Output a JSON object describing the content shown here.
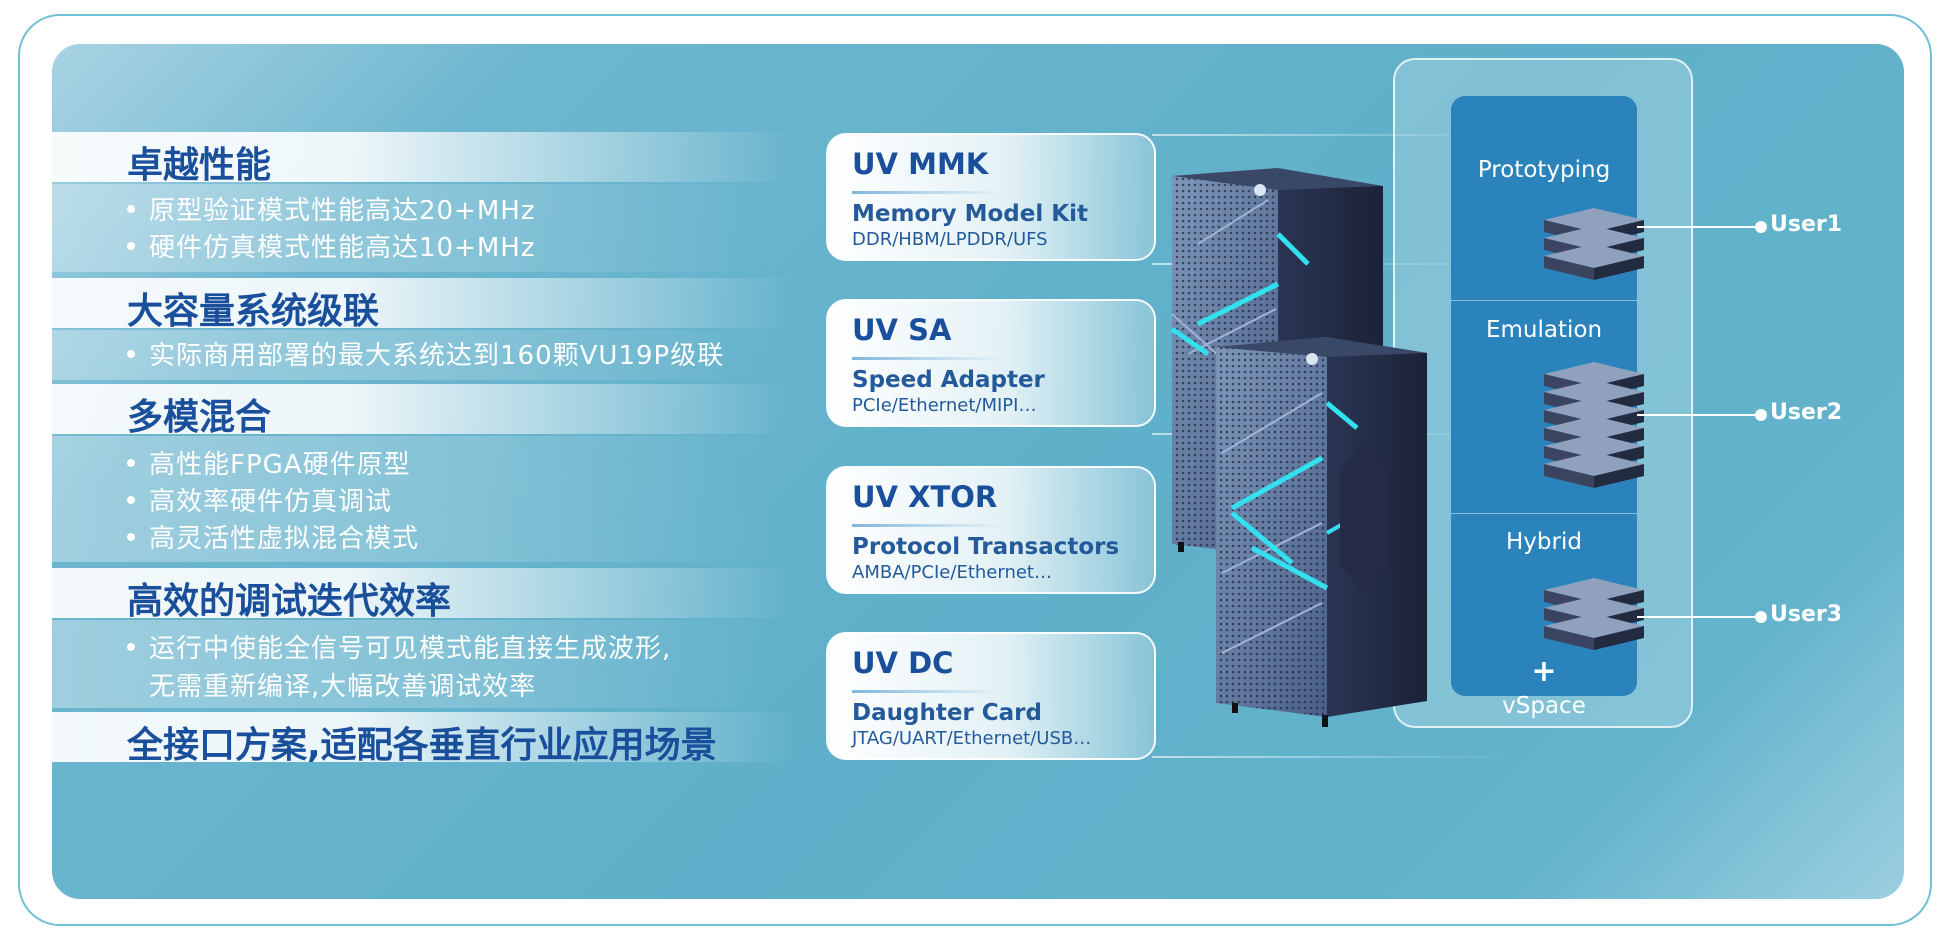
{
  "features": [
    {
      "title": "卓越性能",
      "bullets": [
        "原型验证模式性能高达20+MHz",
        "硬件仿真模式性能高达10+MHz"
      ]
    },
    {
      "title": "大容量系统级联",
      "bullets": [
        "实际商用部署的最大系统达到160颗VU19P级联"
      ]
    },
    {
      "title": "多模混合",
      "bullets": [
        "高性能FPGA硬件原型",
        "高效率硬件仿真调试",
        "高灵活性虚拟混合模式"
      ]
    },
    {
      "title": "高效的调试迭代效率",
      "bullets": [
        "运行中使能全信号可见模式能直接生成波形,"
      ],
      "continuation": "无需重新编译,大幅改善调试效率"
    },
    {
      "title": "全接口方案,适配各垂直行业应用场景",
      "bullets": []
    }
  ],
  "modules": [
    {
      "title": "UV MMK",
      "subtitle": "Memory Model Kit",
      "detail": "DDR/HBM/LPDDR/UFS"
    },
    {
      "title": "UV SA",
      "subtitle": "Speed Adapter",
      "detail": "PCIe/Ethernet/MIPI…"
    },
    {
      "title": "UV XTOR",
      "subtitle": "Protocol Transactors",
      "detail": "AMBA/PCIe/Ethernet…"
    },
    {
      "title": "UV DC",
      "subtitle": "Daughter Card",
      "detail": "JTAG/UART/Ethernet/USB…"
    }
  ],
  "modes": [
    {
      "label": "Prototyping",
      "stack": 3
    },
    {
      "label": "Emulation",
      "stack": 6
    },
    {
      "label": "Hybrid",
      "stack": 3,
      "plus": "+",
      "extra": "vSpace"
    }
  ],
  "users": [
    "User1",
    "User2",
    "User3"
  ],
  "colors": {
    "heading": "#1a4f9c",
    "panel": "#5fb0ca",
    "mode_box": "#2a84bb",
    "cabinet": "#2a3550",
    "led": "#32e0f0"
  }
}
